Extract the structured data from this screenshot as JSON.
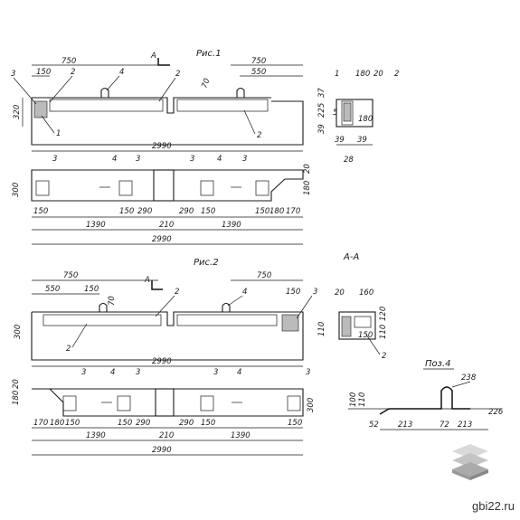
{
  "figures": {
    "fig1_title": "Рис.1",
    "fig2_title": "Рис.2",
    "section_title": "А-А",
    "pos4_title": "Поз.4",
    "section_mark": "А"
  },
  "dims": {
    "d750": "750",
    "d150": "150",
    "d550": "550",
    "d2990": "2990",
    "d320": "320",
    "d300": "300",
    "d180": "180",
    "d20": "20",
    "d37": "37",
    "d225": "225",
    "d39": "39",
    "d28": "28",
    "d290": "290",
    "d170": "170",
    "d1390": "1390",
    "d210": "210",
    "d160": "160",
    "d70": "70",
    "d120": "120",
    "d110": "110",
    "d238": "238",
    "d226": "226",
    "d213": "213",
    "d72": "72",
    "d52": "52",
    "d100": "100",
    "d5": "5"
  },
  "callouts": {
    "c1": "1",
    "c2": "2",
    "c3": "3",
    "c4": "4"
  },
  "watermark": "gbi22.ru"
}
